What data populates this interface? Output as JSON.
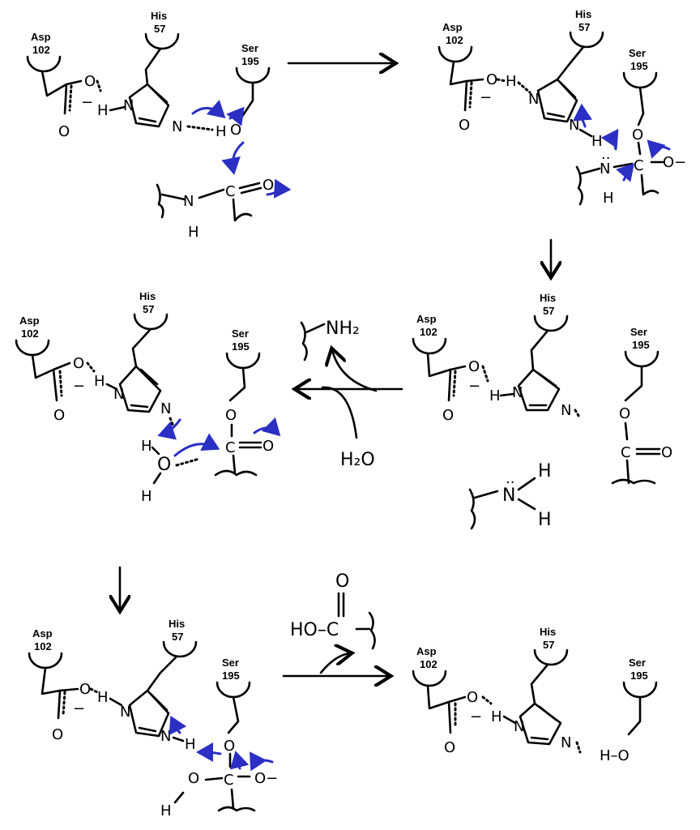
{
  "residues": {
    "asp": "Asp",
    "asp_num": "102",
    "his": "His",
    "his_num": "57",
    "ser": "Ser",
    "ser_num": "195"
  },
  "atoms": {
    "O": "O",
    "H": "H",
    "N": "N",
    "C": "C",
    "minus": "−",
    "lone_pair": "..",
    "O_minus": "O−",
    "H2O": "H₂O",
    "NH2": "NH₂",
    "HO": "HO",
    "H_O": "H–O",
    "HO_C": "HO–C"
  },
  "colors": {
    "ink": "#000000",
    "electron_arrows": "#2b2fc4",
    "background": "#ffffff"
  }
}
